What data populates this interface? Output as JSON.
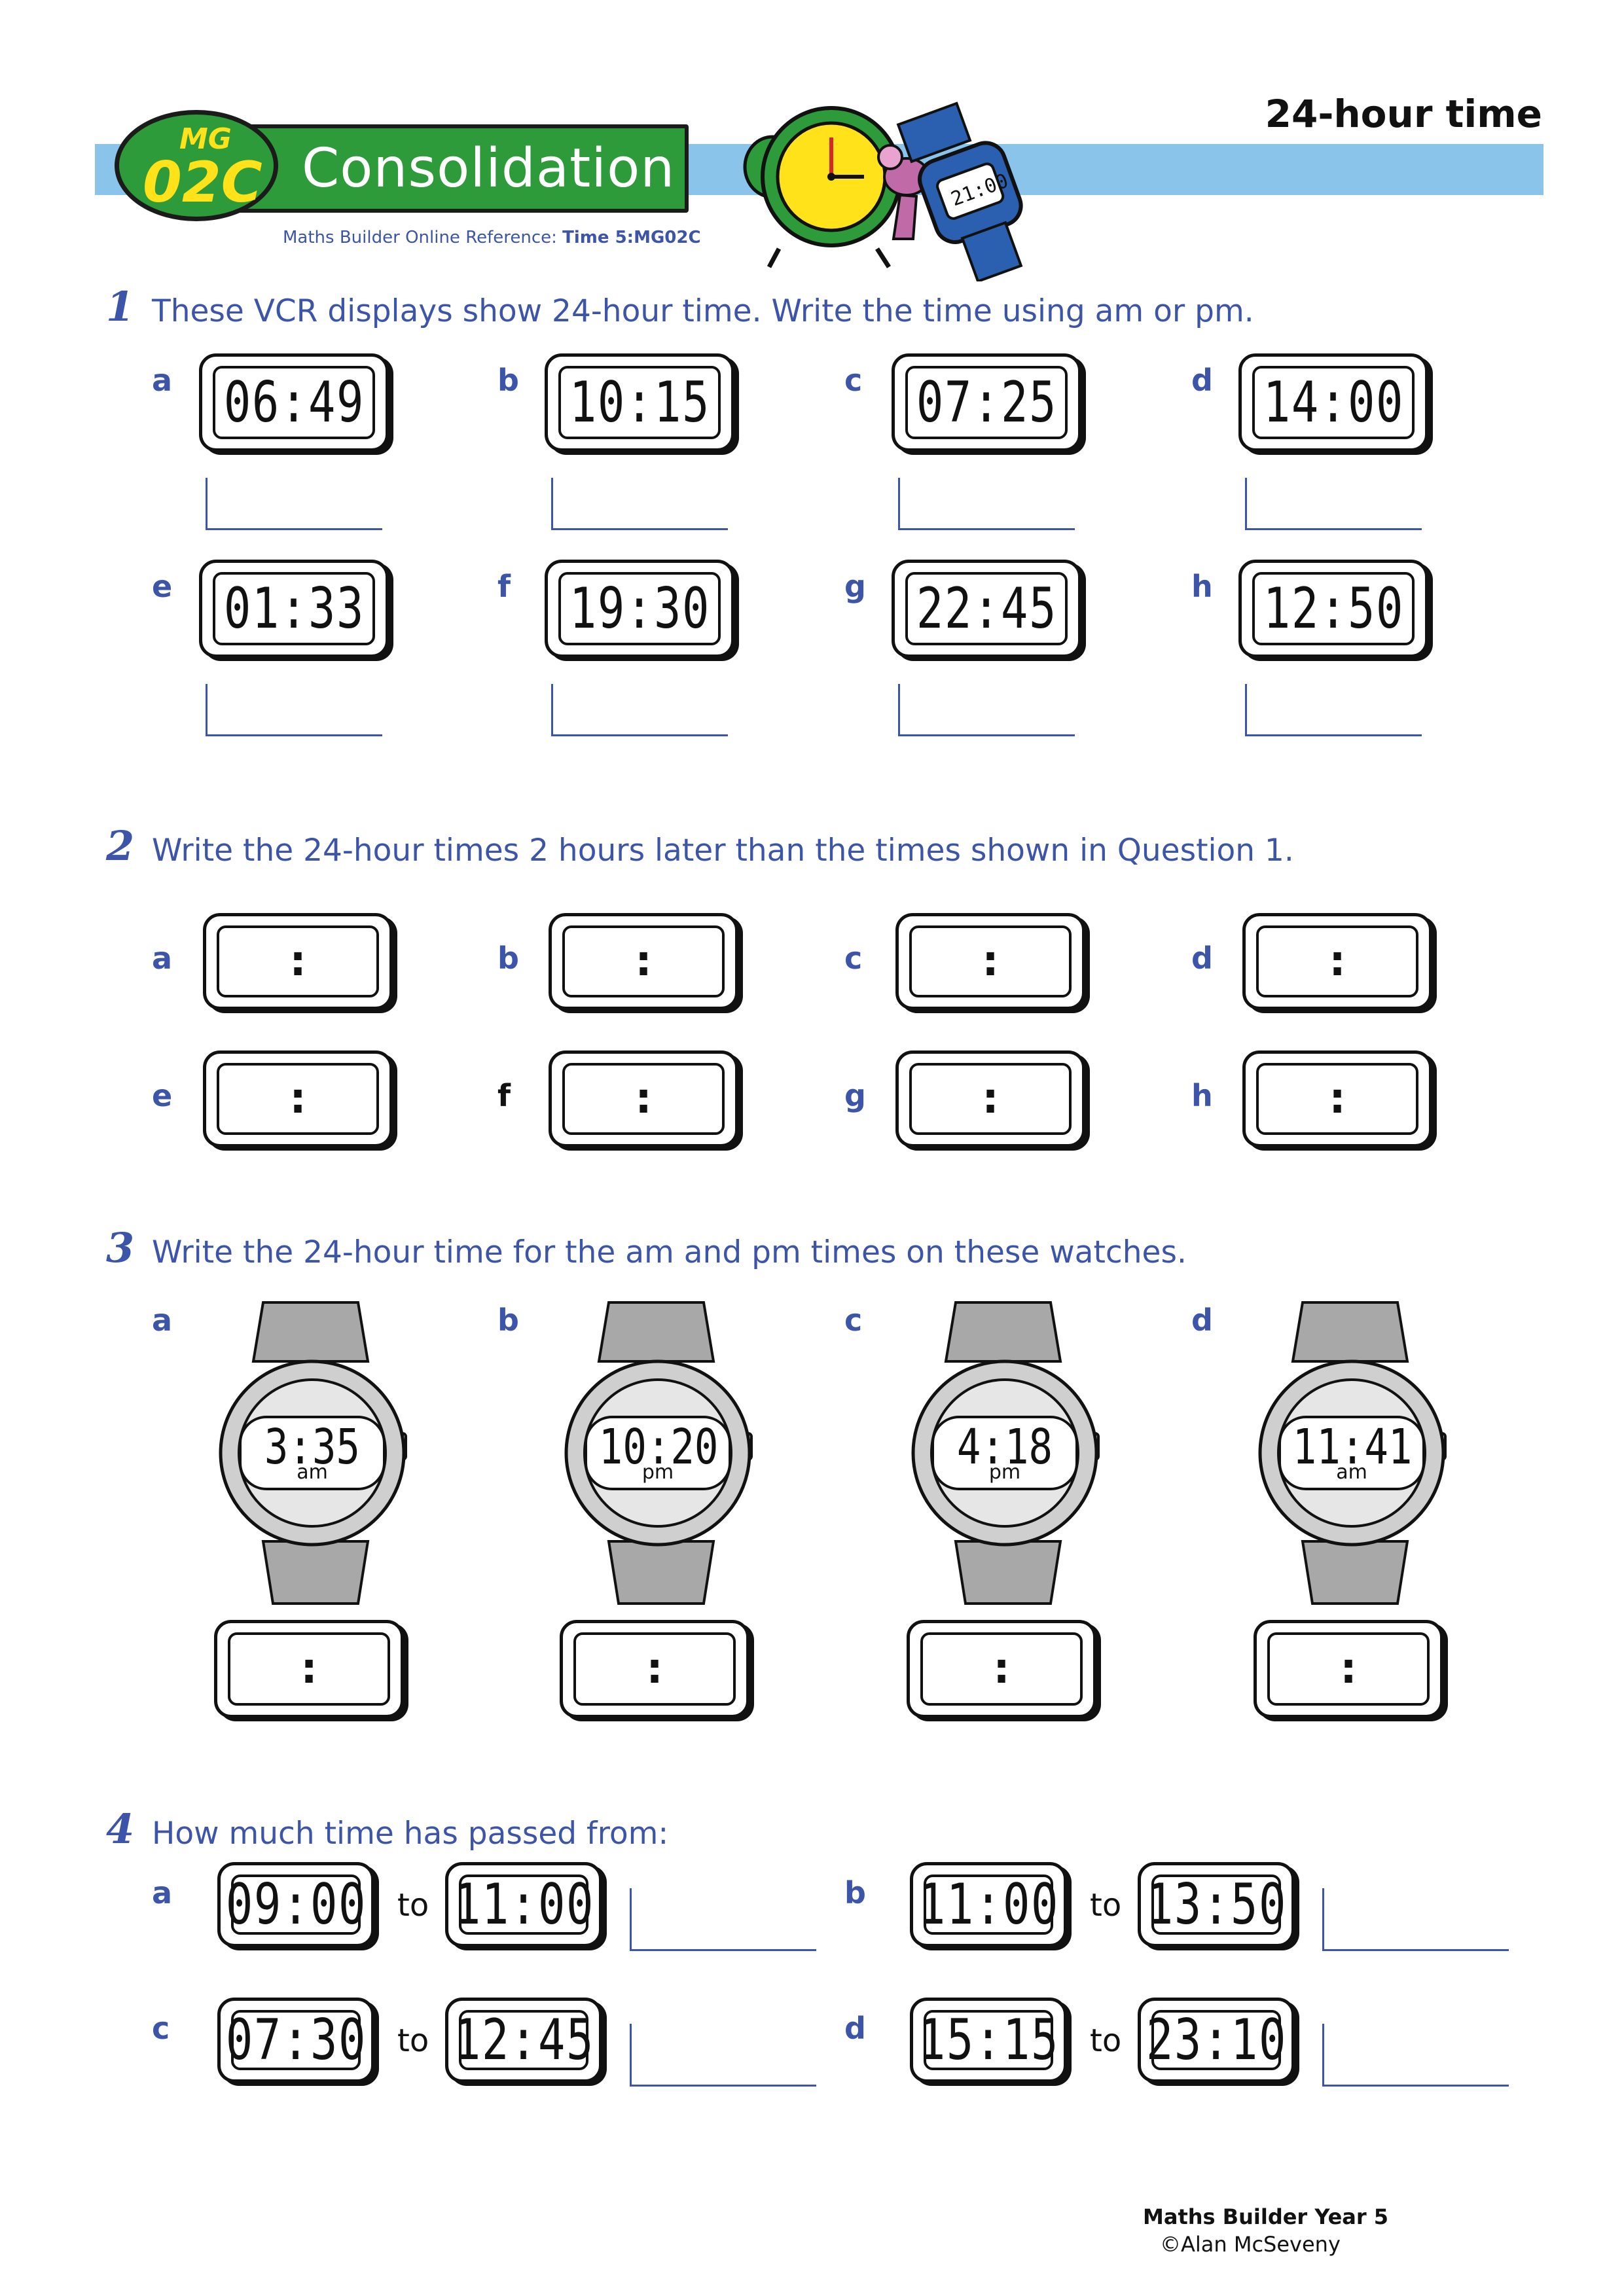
{
  "header": {
    "badge_small": "MG",
    "badge_code": "02C",
    "section_title": "Consolidation",
    "reference_prefix": "Maths Builder Online Reference: ",
    "reference_value": "Time 5:MG02C",
    "topic": "24-hour time",
    "illustration_watch_time": "21:00"
  },
  "q1": {
    "number": "1",
    "text": "These VCR displays show 24-hour time. Write the time using am or pm.",
    "items": [
      {
        "label": "a",
        "time": "06:49"
      },
      {
        "label": "b",
        "time": "10:15"
      },
      {
        "label": "c",
        "time": "07:25"
      },
      {
        "label": "d",
        "time": "14:00"
      },
      {
        "label": "e",
        "time": "01:33"
      },
      {
        "label": "f",
        "time": "19:30"
      },
      {
        "label": "g",
        "time": "22:45"
      },
      {
        "label": "h",
        "time": "12:50"
      }
    ]
  },
  "q2": {
    "number": "2",
    "text": "Write the 24-hour times 2 hours later than the times shown in Question 1.",
    "colon": ":",
    "labels": [
      "a",
      "b",
      "c",
      "d",
      "e",
      "f",
      "g",
      "h"
    ]
  },
  "q3": {
    "number": "3",
    "text": "Write the 24-hour time for the am and pm times on these watches.",
    "colon": ":",
    "watches": [
      {
        "label": "a",
        "time": "3:35",
        "period": "am"
      },
      {
        "label": "b",
        "time": "10:20",
        "period": "pm"
      },
      {
        "label": "c",
        "time": "4:18",
        "period": "pm"
      },
      {
        "label": "d",
        "time": "11:41",
        "period": "am"
      }
    ]
  },
  "q4": {
    "number": "4",
    "text": "How much time has passed from:",
    "to_word": "to",
    "items": [
      {
        "label": "a",
        "from": "09:00",
        "to": "11:00"
      },
      {
        "label": "b",
        "from": "11:00",
        "to": "13:50"
      },
      {
        "label": "c",
        "from": "07:30",
        "to": "12:45"
      },
      {
        "label": "d",
        "from": "15:15",
        "to": "23:10"
      }
    ]
  },
  "footer": {
    "book": "Maths Builder Year 5",
    "author": "©Alan McSeveny"
  }
}
